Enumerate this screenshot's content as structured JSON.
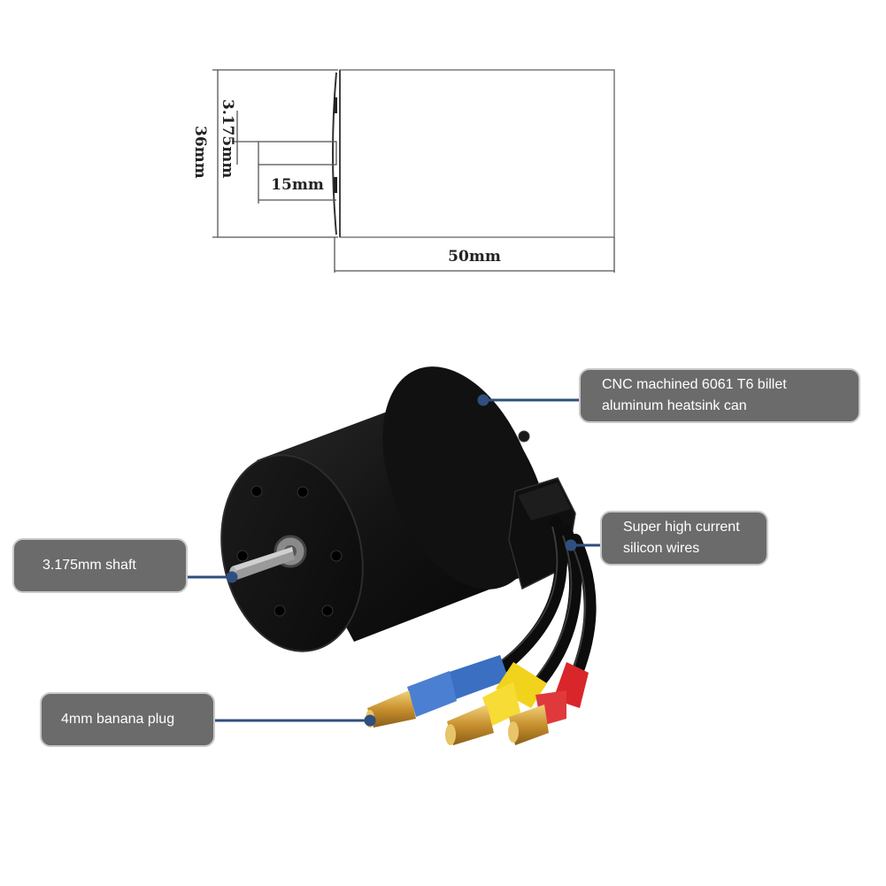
{
  "dimensions": {
    "height": "36mm",
    "shaft_diameter": "3.175mm",
    "shaft_length": "15mm",
    "body_length": "50mm"
  },
  "callouts": {
    "heatsink": "CNC machined 6061 T6 billet\naluminum heatsink can",
    "wires": "Super high current\nsilicon wires",
    "shaft": "3.175mm shaft",
    "plug": "4mm banana plug"
  },
  "colors": {
    "callout_bg": "#6b6b6b",
    "callout_border": "#c9c9c9",
    "leader_line": "#2f4f7f",
    "motor_body": "#111111",
    "sleeve_blue": "#3a6fc2",
    "sleeve_yellow": "#f1d21c",
    "sleeve_red": "#d8262a",
    "connector_gold": "#d2a344"
  }
}
